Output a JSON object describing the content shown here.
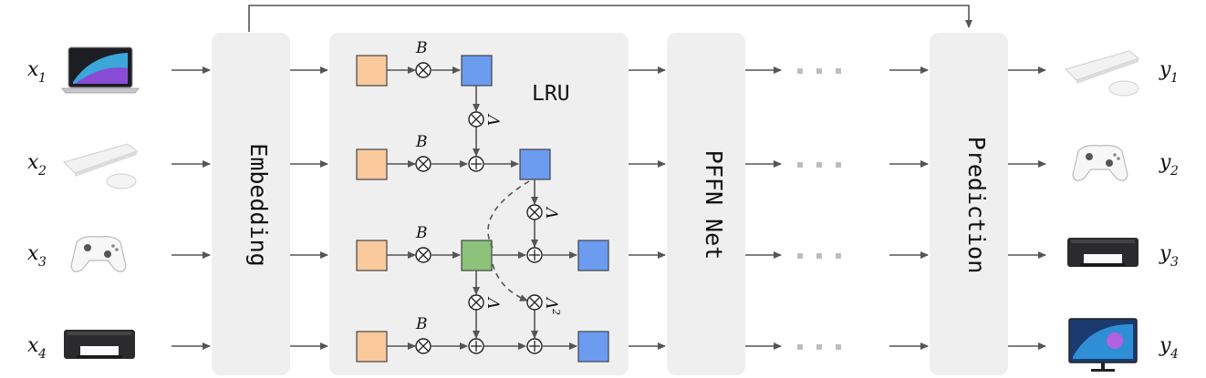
{
  "inputs": [
    {
      "label": "x",
      "sub": "1",
      "icon": "laptop-icon"
    },
    {
      "label": "x",
      "sub": "2",
      "icon": "keyboard-icon"
    },
    {
      "label": "x",
      "sub": "3",
      "icon": "game-controller-icon"
    },
    {
      "label": "x",
      "sub": "4",
      "icon": "printer-icon"
    }
  ],
  "outputs": [
    {
      "label": "y",
      "sub": "1",
      "icon": "keyboard-icon"
    },
    {
      "label": "y",
      "sub": "2",
      "icon": "game-controller-icon"
    },
    {
      "label": "y",
      "sub": "3",
      "icon": "printer-icon"
    },
    {
      "label": "y",
      "sub": "4",
      "icon": "monitor-icon"
    }
  ],
  "blocks": {
    "embedding": "Embedding",
    "lru": "LRU",
    "pffn": "PFFN Net",
    "prediction": "Prediction"
  },
  "symbols": {
    "b": "B",
    "lambda": "Λ",
    "lambda_sq_base": "Λ",
    "lambda_sq_exp": "2"
  },
  "colors": {
    "panel": "#efefef",
    "input_square": "#f9c99c",
    "state_square": "#6b9cf0",
    "highlight_square": "#8cc27a",
    "arrow": "#555555"
  }
}
